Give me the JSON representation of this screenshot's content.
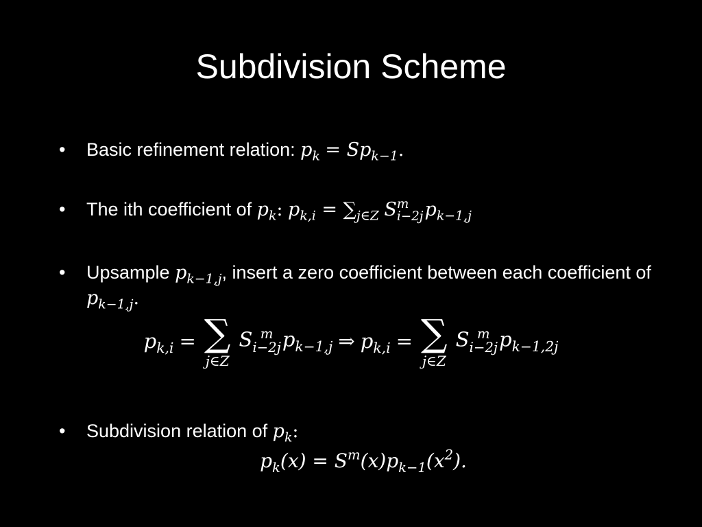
{
  "slide": {
    "title": "Subdivision Scheme"
  },
  "bullets": {
    "b1_text": "Basic refinement relation: ",
    "b1_eq_lhs": "p",
    "b1_eq_lhs_sub": "k",
    "b1_eq_rhs": "= Sp",
    "b1_eq_rhs_sub": "k−1",
    "b1_end": ".",
    "b2_text": "The ith coefficient of ",
    "b2_p": "p",
    "b2_p_sub": "k",
    "b2_colon": ":",
    "b2_p2": "p",
    "b2_p2_sub": "k,i",
    "b2_eq": " = ∑",
    "b2_sum_sub": "j∈Z",
    "b2_S": "S",
    "b2_S_sup": "m",
    "b2_S_sub": "i−2j",
    "b2_p3": "p",
    "b2_p3_sub": "k−1,j",
    "b3_text1": "Upsample ",
    "b3_p": "p",
    "b3_p_sub": "k−1,j",
    "b3_text2": ", insert a zero coefficient between each coefficient of ",
    "b3_p2": "p",
    "b3_p2_sub": "k−1,j",
    "b3_end": ".",
    "b4_text": "Subdivision relation of ",
    "b4_p": "p",
    "b4_p_sub": "k",
    "b4_colon": ":"
  },
  "display_eq": {
    "lhs1": "p",
    "lhs1_sub": "k,i",
    "eq1": "=",
    "sigma": "∑",
    "sum_limit1": "j∈Z",
    "S1": "S",
    "S1_sup": "m",
    "S1_sub": "i−2j",
    "p1": "p",
    "p1_sub": "k−1,j",
    "implies": "⇒",
    "lhs2": "p",
    "lhs2_sub": "k,i",
    "eq2": "=",
    "sum_limit2": "j∈Z",
    "S2": "S",
    "S2_sup": "m",
    "S2_sub": "i−2j",
    "p2": "p",
    "p2_sub": "k−1,2j"
  },
  "final_eq": {
    "p": "p",
    "p_sub": "k",
    "x1": "(x) = S",
    "S_sup": "m",
    "x2": "(x)p",
    "p2_sub": "k−1",
    "x3": "(x",
    "x_sup": "2",
    "end": ")."
  }
}
